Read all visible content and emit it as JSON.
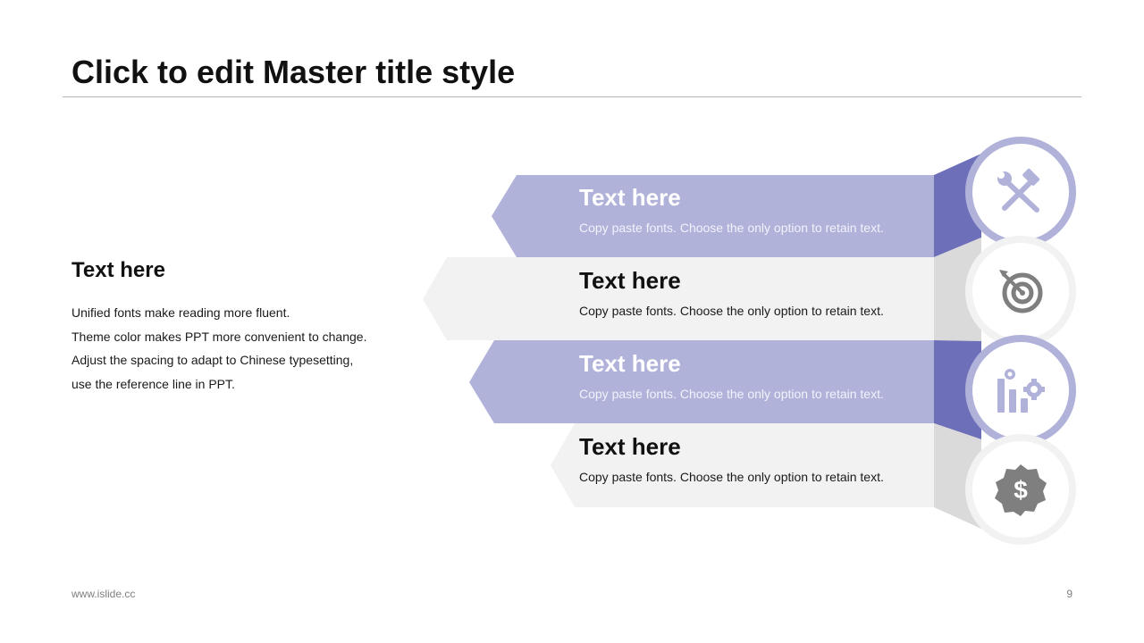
{
  "slide": {
    "title": "Click to edit Master title style",
    "footer": "www.islide.cc",
    "page_number": "9"
  },
  "intro": {
    "heading": "Text here",
    "lines": [
      "Unified fonts make reading more fluent.",
      "Theme color makes PPT more convenient to change.",
      "Adjust the spacing to adapt to Chinese typesetting,",
      "use the reference line in PPT."
    ]
  },
  "items": [
    {
      "title": "Text here",
      "desc": "Copy paste fonts. Choose the only option to retain text.",
      "icon": "tools-icon"
    },
    {
      "title": "Text here",
      "desc": "Copy paste fonts. Choose the only option to retain text.",
      "icon": "target-icon"
    },
    {
      "title": "Text here",
      "desc": "Copy paste fonts. Choose the only option to retain text.",
      "icon": "chart-gear-icon"
    },
    {
      "title": "Text here",
      "desc": "Copy paste fonts. Choose the only option to retain text.",
      "icon": "dollar-badge-icon"
    }
  ],
  "colors": {
    "accent": "#b0b2da",
    "accent_dark": "#6d70b9",
    "light": "#f2f2f2",
    "light_dark": "#dadada",
    "icon_grey": "#7f7f7f"
  }
}
